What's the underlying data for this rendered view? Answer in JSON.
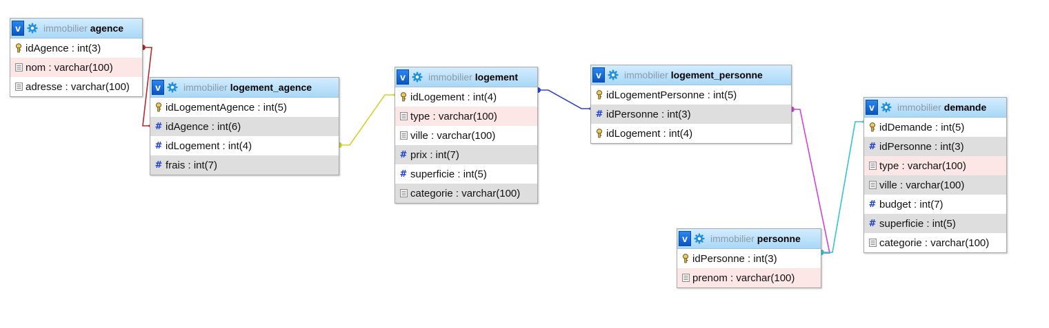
{
  "database": "immobilier",
  "toggle_label": "v",
  "icons": {
    "key": "key-icon",
    "text": "text-column-icon",
    "number": "number-column-icon",
    "options": "gear-icon"
  },
  "colors": {
    "header_bg": "#a9d8f7",
    "row_alt": "#dedede",
    "row_highlight": "#fde6e6",
    "link_agence": "#b8262c",
    "link_logement": "#d8cf2f",
    "link_personne_link": "#3040cc",
    "link_personne": "#d43fd6",
    "link_demande": "#2ec6cc"
  },
  "tables": [
    {
      "id": "agence",
      "name": "agence",
      "columns": [
        {
          "label": "idAgence : int(3)",
          "icon": "key",
          "bg": "white"
        },
        {
          "label": "nom : varchar(100)",
          "icon": "text",
          "bg": "pink"
        },
        {
          "label": "adresse : varchar(100)",
          "icon": "text",
          "bg": "white"
        }
      ]
    },
    {
      "id": "logement_agence",
      "name": "logement_agence",
      "columns": [
        {
          "label": "idLogementAgence : int(5)",
          "icon": "key",
          "bg": "white"
        },
        {
          "label": "idAgence : int(6)",
          "icon": "number",
          "bg": "alt"
        },
        {
          "label": "idLogement : int(4)",
          "icon": "number",
          "bg": "white"
        },
        {
          "label": "frais : int(7)",
          "icon": "number",
          "bg": "alt"
        }
      ]
    },
    {
      "id": "logement",
      "name": "logement",
      "columns": [
        {
          "label": "idLogement : int(4)",
          "icon": "key",
          "bg": "white"
        },
        {
          "label": "type : varchar(100)",
          "icon": "text",
          "bg": "pink"
        },
        {
          "label": "ville : varchar(100)",
          "icon": "text",
          "bg": "white"
        },
        {
          "label": "prix : int(7)",
          "icon": "number",
          "bg": "alt"
        },
        {
          "label": "superficie : int(5)",
          "icon": "number",
          "bg": "white"
        },
        {
          "label": "categorie : varchar(100)",
          "icon": "text",
          "bg": "alt"
        }
      ]
    },
    {
      "id": "logement_personne",
      "name": "logement_personne",
      "columns": [
        {
          "label": "idLogementPersonne : int(5)",
          "icon": "key",
          "bg": "white"
        },
        {
          "label": "idPersonne : int(3)",
          "icon": "number",
          "bg": "alt"
        },
        {
          "label": "idLogement : int(4)",
          "icon": "key",
          "bg": "white"
        }
      ]
    },
    {
      "id": "personne",
      "name": "personne",
      "columns": [
        {
          "label": "idPersonne : int(3)",
          "icon": "key",
          "bg": "white"
        },
        {
          "label": "prenom : varchar(100)",
          "icon": "text",
          "bg": "pink"
        }
      ]
    },
    {
      "id": "demande",
      "name": "demande",
      "columns": [
        {
          "label": "idDemande : int(5)",
          "icon": "key",
          "bg": "white"
        },
        {
          "label": "idPersonne : int(3)",
          "icon": "number",
          "bg": "alt"
        },
        {
          "label": "type : varchar(100)",
          "icon": "text",
          "bg": "pink"
        },
        {
          "label": "ville : varchar(100)",
          "icon": "text",
          "bg": "alt"
        },
        {
          "label": "budget : int(7)",
          "icon": "number",
          "bg": "white"
        },
        {
          "label": "superficie : int(5)",
          "icon": "number",
          "bg": "alt"
        },
        {
          "label": "categorie : varchar(100)",
          "icon": "text",
          "bg": "white"
        }
      ]
    }
  ],
  "relations": [
    {
      "from": "logement_agence.idAgence",
      "to": "agence.idAgence",
      "color": "#b8262c"
    },
    {
      "from": "logement_agence.idLogement",
      "to": "logement.idLogement",
      "color": "#d8cf2f"
    },
    {
      "from": "logement_personne.idPersonne",
      "to": "logement.idLogement",
      "color": "#3040cc"
    },
    {
      "from": "logement_personne.idPersonne",
      "to": "personne.idPersonne",
      "color": "#d43fd6"
    },
    {
      "from": "demande.idPersonne",
      "to": "personne.idPersonne",
      "color": "#2ec6cc"
    }
  ]
}
